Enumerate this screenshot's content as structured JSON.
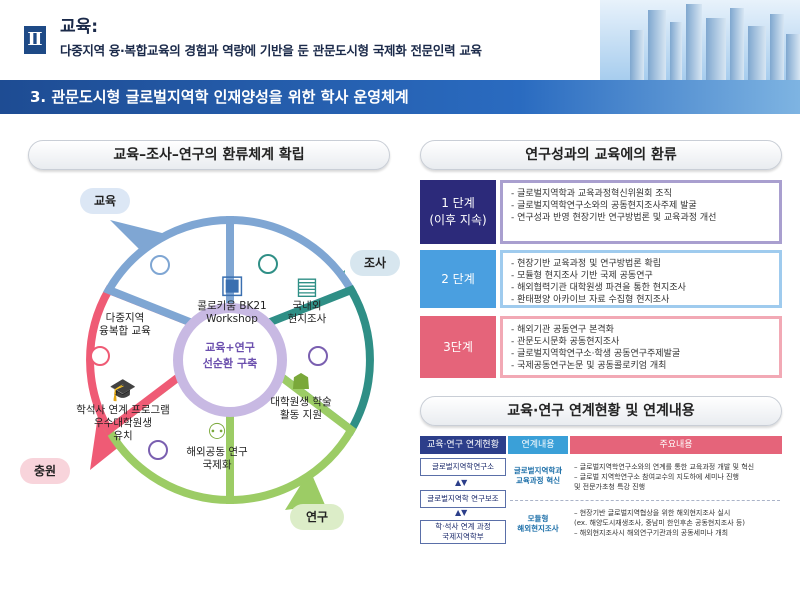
{
  "header": {
    "roman": "Ⅱ",
    "title": "교육:",
    "subtitle": "다중지역 융·복합교육의 경험과 역량에 기반을 둔 관문도시형 국제화 전문인력 교육",
    "section": "3. 관문도시형 글로벌지역학 인재양성을 위한 학사 운영체계"
  },
  "left": {
    "heading": "교육–조사–연구의 환류체계 확립",
    "center": [
      "교육+연구",
      "선순환 구축"
    ],
    "segments": [
      {
        "lines": [
          "콜로키움 BK21",
          "Workshop"
        ],
        "icon": "presentation-icon"
      },
      {
        "lines": [
          "국내외",
          "현지조사"
        ],
        "icon": "field-survey-icon"
      },
      {
        "lines": [
          "대학원생 학술",
          "활동 지원"
        ],
        "icon": "students-icon"
      },
      {
        "lines": [
          "해외공동 연구",
          "국제화"
        ],
        "icon": "network-icon"
      },
      {
        "lines": [
          "학석사 연계 프로그램",
          "우수대학원생",
          "유치"
        ],
        "icon": "graduate-icon"
      },
      {
        "lines": [
          "다중지역",
          "융복합 교육"
        ],
        "icon": ""
      }
    ],
    "tags": {
      "education": "교육",
      "survey": "조사",
      "research": "연구",
      "enhance": "충원"
    },
    "colors": {
      "blue": "#7fa6d3",
      "teal": "#2f8f86",
      "green": "#9ccc65",
      "pink": "#ef5b75"
    }
  },
  "right": {
    "heading1": "연구성과의 교육에의 환류",
    "stages": [
      {
        "label": [
          "1 단계",
          "(이후 지속)"
        ],
        "color": "#2c2a7a",
        "border": "#a99fcf",
        "items": [
          "- 글로벌지역학과 교육과정혁신위원회 조직",
          "- 글로벌지역학연구소와의 공동현지조사주제 발굴",
          "- 연구성과 반영 현장기반 연구방법론 및 교육과정 개선"
        ]
      },
      {
        "label": [
          "2 단계"
        ],
        "color": "#4a9fe0",
        "border": "#9fcbee",
        "items": [
          "- 현장기반 교육과정 및 연구방법론 확립",
          "- 모듈형 현지조사 기반 국제 공동연구",
          "- 해외협력기관 대학원생 파견을 통한 현지조사",
          "- 환태평양 아카이브 자료 수집형 현지조사"
        ]
      },
      {
        "label": [
          "3단계"
        ],
        "color": "#e5647a",
        "border": "#f2a9b5",
        "items": [
          "- 해외기관 공동연구 본격화",
          "- 관문도시문화 공동현지조사",
          "- 글로벌지역학연구소·학생 공동연구주제발굴",
          "- 국제공동연구논문 및 공동콜로키엄 개최"
        ]
      }
    ],
    "heading2": "교육·연구 연계현황 및 연계내용",
    "table": {
      "headers": [
        "교육·연구 연계현황",
        "연계내용",
        "주요내용"
      ],
      "header_colors": [
        "#2c3e8a",
        "#3aa0d8",
        "#e5647a"
      ],
      "boxes": [
        "글로벌지역학연구소",
        "글로벌지역학 연구보조",
        "학·석사 연계 과정\n국제지역학부"
      ],
      "mids": [
        [
          "글로벌지역학과",
          "교육과정 혁신"
        ],
        [
          "모듈형",
          "해외현지조사"
        ]
      ],
      "rights": [
        [
          "– 글로벌지역학연구소와의 연계를 통한 교육과정 개발 및 혁신",
          "– 글로벌 지역학연구소 참여교수의 지도하에 세미나 진행",
          "   및 전문가초청 특강 진행"
        ],
        [
          "– 현장기반 글로벌지역협상을 위한 해외현지조사 실시",
          "   (ex. 해양도시재생조사, 중남미 한인후손 공동현지조사 등)",
          "– 해외현지조사시 해외연구기관과의 공동세미나 개최"
        ]
      ]
    }
  }
}
